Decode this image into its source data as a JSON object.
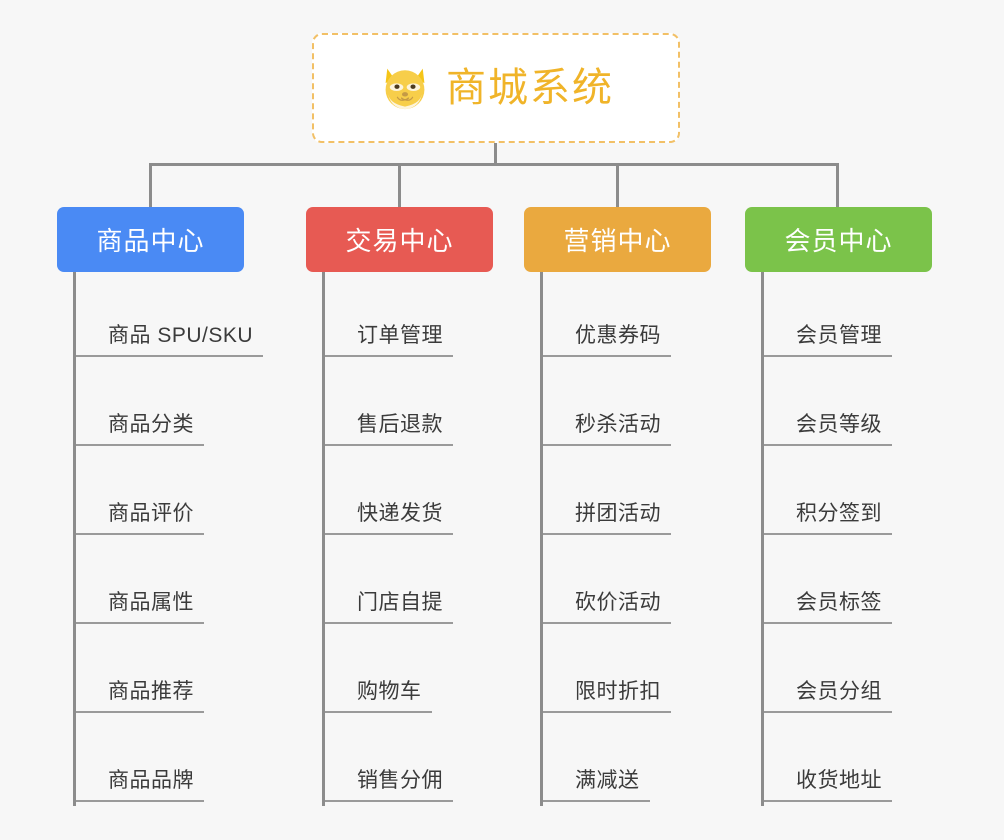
{
  "background_color": "#f7f7f7",
  "root": {
    "title": "商城系统",
    "icon": "shiba-dog-face-icon",
    "text_color": "#f0b429",
    "border_color": "#f2c066",
    "background_color": "#ffffff"
  },
  "connector_color": "#8c8c8c",
  "branches": [
    {
      "label": "商品中心",
      "color": "#4a8af4",
      "leaves": [
        "商品 SPU/SKU",
        "商品分类",
        "商品评价",
        "商品属性",
        "商品推荐",
        "商品品牌"
      ]
    },
    {
      "label": "交易中心",
      "color": "#e75a53",
      "leaves": [
        "订单管理",
        "售后退款",
        "快递发货",
        "门店自提",
        "购物车",
        "销售分佣"
      ]
    },
    {
      "label": "营销中心",
      "color": "#eaa93f",
      "leaves": [
        "优惠券码",
        "秒杀活动",
        "拼团活动",
        "砍价活动",
        "限时折扣",
        "满减送"
      ]
    },
    {
      "label": "会员中心",
      "color": "#7bc34a",
      "leaves": [
        "会员管理",
        "会员等级",
        "积分签到",
        "会员标签",
        "会员分组",
        "收货地址"
      ]
    }
  ]
}
